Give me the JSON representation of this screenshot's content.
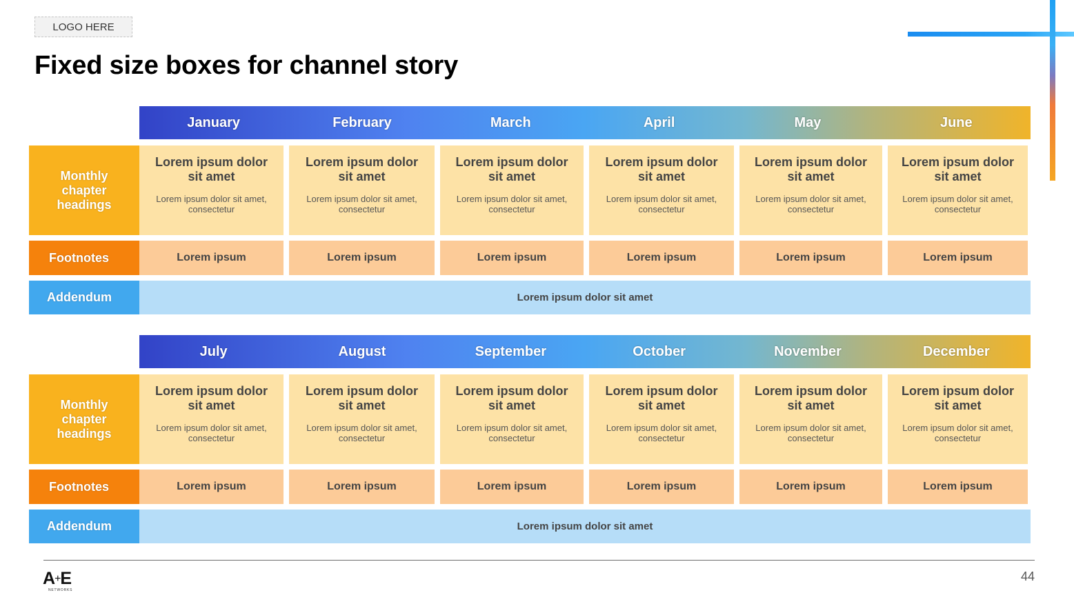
{
  "logo_placeholder": "LOGO HERE",
  "title": "Fixed size boxes for channel story",
  "row_labels": {
    "chapter": "Monthly chapter headings",
    "footnotes": "Footnotes",
    "addendum": "Addendum"
  },
  "sections": [
    {
      "months": [
        "January",
        "February",
        "March",
        "April",
        "May",
        "June"
      ],
      "chapter_cells": [
        {
          "heading": "Lorem ipsum dolor sit amet",
          "sub": "Lorem ipsum dolor sit amet, consectetur"
        },
        {
          "heading": "Lorem ipsum dolor sit amet",
          "sub": "Lorem ipsum dolor sit amet, consectetur"
        },
        {
          "heading": "Lorem ipsum dolor sit amet",
          "sub": "Lorem ipsum dolor sit amet, consectetur"
        },
        {
          "heading": "Lorem ipsum dolor sit amet",
          "sub": "Lorem ipsum dolor sit amet, consectetur"
        },
        {
          "heading": "Lorem ipsum dolor sit amet",
          "sub": "Lorem ipsum dolor sit amet, consectetur"
        },
        {
          "heading": "Lorem ipsum dolor sit amet",
          "sub": "Lorem ipsum dolor sit amet, consectetur"
        }
      ],
      "footnotes": [
        "Lorem ipsum",
        "Lorem ipsum",
        "Lorem ipsum",
        "Lorem ipsum",
        "Lorem ipsum",
        "Lorem ipsum"
      ],
      "addendum": "Lorem ipsum dolor sit amet"
    },
    {
      "months": [
        "July",
        "August",
        "September",
        "October",
        "November",
        "December"
      ],
      "chapter_cells": [
        {
          "heading": "Lorem ipsum dolor sit amet",
          "sub": "Lorem ipsum dolor sit amet, consectetur"
        },
        {
          "heading": "Lorem ipsum dolor sit amet",
          "sub": "Lorem ipsum dolor sit amet, consectetur"
        },
        {
          "heading": "Lorem ipsum dolor sit amet",
          "sub": "Lorem ipsum dolor sit amet, consectetur"
        },
        {
          "heading": "Lorem ipsum dolor sit amet",
          "sub": "Lorem ipsum dolor sit amet, consectetur"
        },
        {
          "heading": "Lorem ipsum dolor sit amet",
          "sub": "Lorem ipsum dolor sit amet, consectetur"
        },
        {
          "heading": "Lorem ipsum dolor sit amet",
          "sub": "Lorem ipsum dolor sit amet, consectetur"
        }
      ],
      "footnotes": [
        "Lorem ipsum",
        "Lorem ipsum",
        "Lorem ipsum",
        "Lorem ipsum",
        "Lorem ipsum",
        "Lorem ipsum"
      ],
      "addendum": "Lorem ipsum dolor sit amet"
    }
  ],
  "brand": {
    "mark_a": "A",
    "mark_plus": "+",
    "mark_e": "E",
    "sub": "NETWORKS"
  },
  "page_number": "44",
  "colors": {
    "chapter_label": "#f9b21e",
    "footnote_label": "#f5820c",
    "addendum_label": "#41a8ee",
    "chapter_cell": "#fde2a6",
    "footnote_cell": "#fccb98",
    "addendum_bar": "#b6ddf8"
  }
}
